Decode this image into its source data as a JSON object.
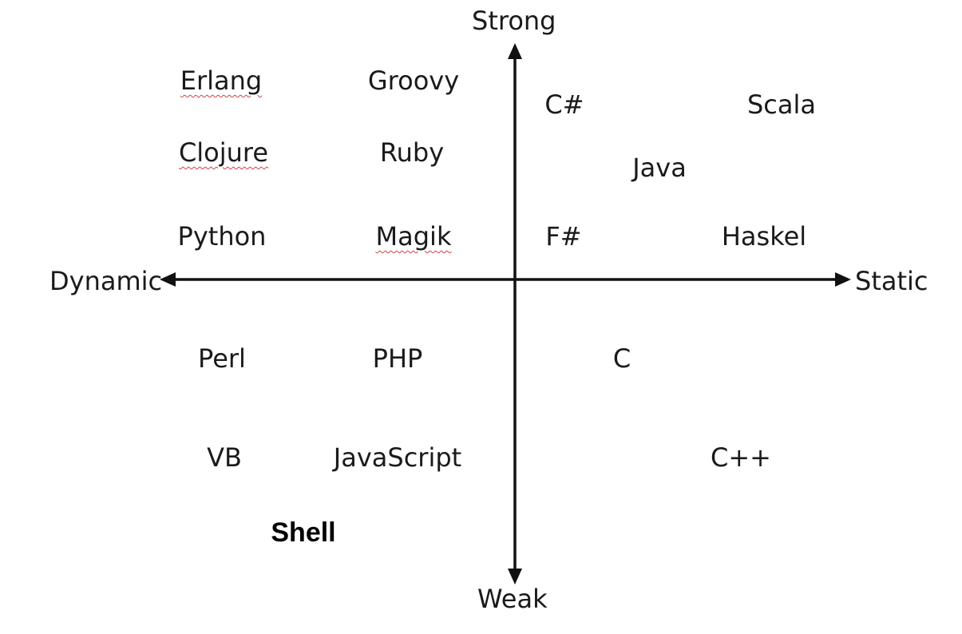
{
  "axes": {
    "top": "Strong",
    "bottom": "Weak",
    "left": "Dynamic",
    "right": "Static"
  },
  "languages": {
    "erlang": "Erlang",
    "groovy": "Groovy",
    "csharp": "C#",
    "scala": "Scala",
    "clojure": "Clojure",
    "ruby": "Ruby",
    "java": "Java",
    "python": "Python",
    "magik": "Magik",
    "fsharp": "F#",
    "haskel": "Haskel",
    "perl": "Perl",
    "php": "PHP",
    "c": "C",
    "vb": "VB",
    "javascript": "JavaScript",
    "cpp": "C++",
    "shell": "Shell"
  }
}
